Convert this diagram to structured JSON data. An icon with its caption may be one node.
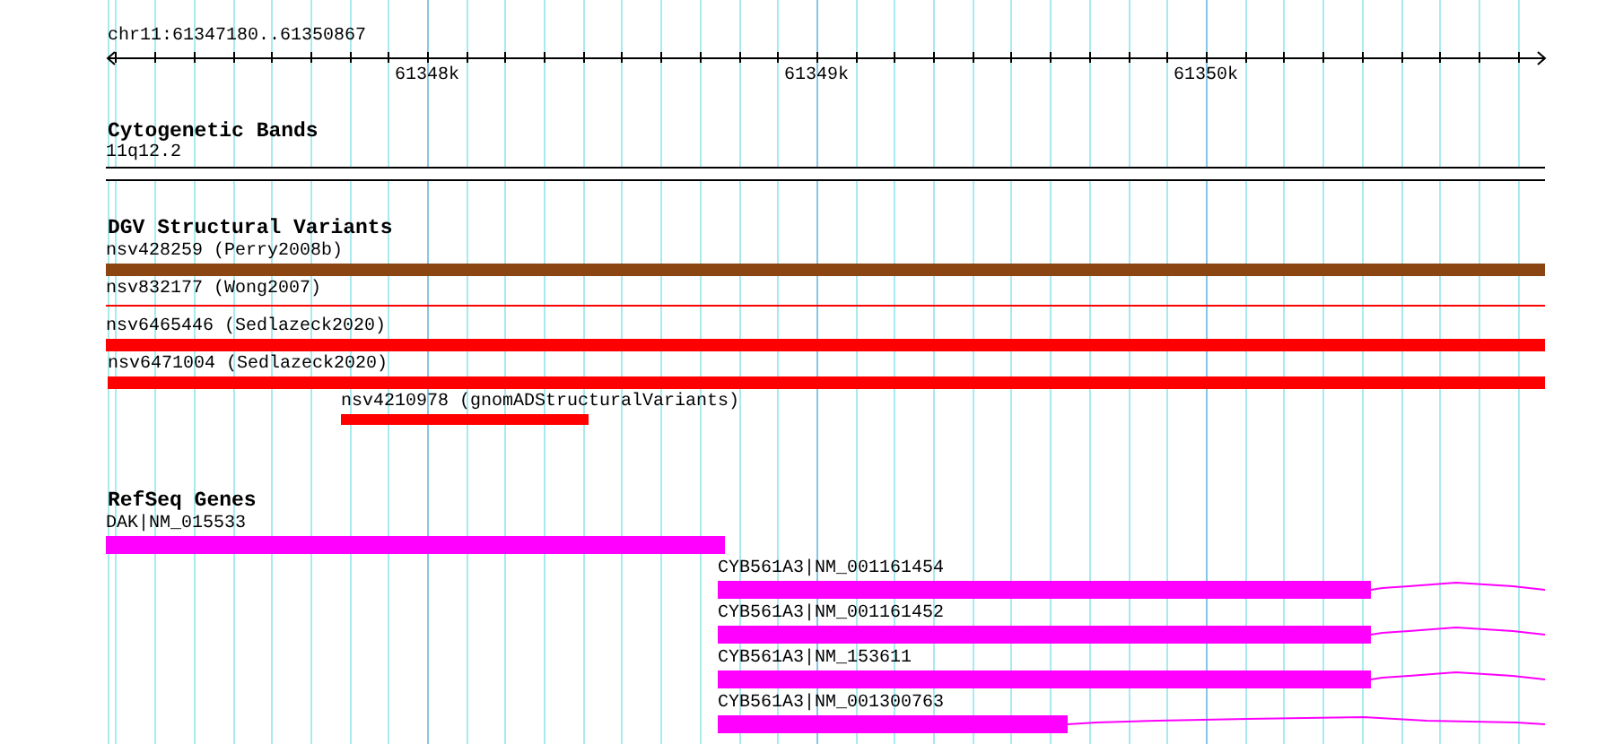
{
  "diagram": {
    "nodes": [
      {
        "text": [
          "11q12.2"
        ]
      },
      {
        "text": [
          "nsv428259 (Perry2008b)"
        ]
      },
      {
        "text": [
          "nsv832177 (Wong2007)"
        ]
      },
      {
        "text": [
          "nsv6465446 (Sedlazeck2020)"
        ]
      },
      {
        "text": [
          "nsv6471004 (Sedlazeck2020)"
        ]
      },
      {
        "text": [
          "nsv4210978 (gnomADStructuralVariants)"
        ]
      },
      {
        "text": [
          "DAK|NM_015533"
        ]
      },
      {
        "text": [
          "CYB561A3|NM_001161454"
        ]
      },
      {
        "text": [
          "CYB561A3|NM_001161452"
        ]
      },
      {
        "text": [
          "CYB561A3|NM_153611"
        ]
      },
      {
        "text": [
          "CYB561A3|NM_001300763"
        ]
      }
    ],
    "labels": [
      "chr11:61347180..61350867",
      "61348k",
      "61349k",
      "61350k",
      "Cytogenetic Bands",
      "DGV Structural Variants",
      "RefSeq Genes"
    ]
  }
}
